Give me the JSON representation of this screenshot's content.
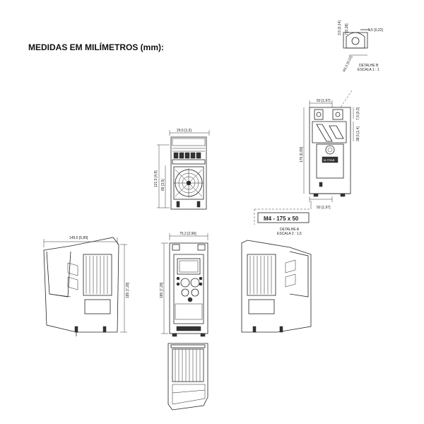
{
  "header": {
    "title": "MEDIDAS EM MILÍMETROS (mm):"
  },
  "dimensions": {
    "top_width": "29,5 [1,5]",
    "top_height_a": "121,5 [4,8]",
    "top_height_b": "89 [3,5]",
    "side_width": "149,5 [5,89]",
    "side_height": "185 [7,28]",
    "front_width": "75,2 [2,96]",
    "front_height": "185 [7,28]",
    "rear_top": "50 [1,97]",
    "rear_bottom": "50 [1,97]",
    "rear_height": "175 [6,89]",
    "rear_right_a": "7,5 [0,3]",
    "rear_right_b": "38,5 [1,4]",
    "detail_b_a": "3,5 [0,14]",
    "detail_b_b": "7 [0,28]",
    "detail_b_c": "5,5 [0,22]",
    "detail_b_d": "R5,5 [0,22]"
  },
  "labels": {
    "detail_a_line1": "DETALHE A",
    "detail_a_line2": "ESCALA 2 : 1,5",
    "detail_b_line1": "DETALHE B",
    "detail_b_line2": "ESCALA 1 : 1",
    "screw_spec": "M4 - 175 x 50"
  }
}
